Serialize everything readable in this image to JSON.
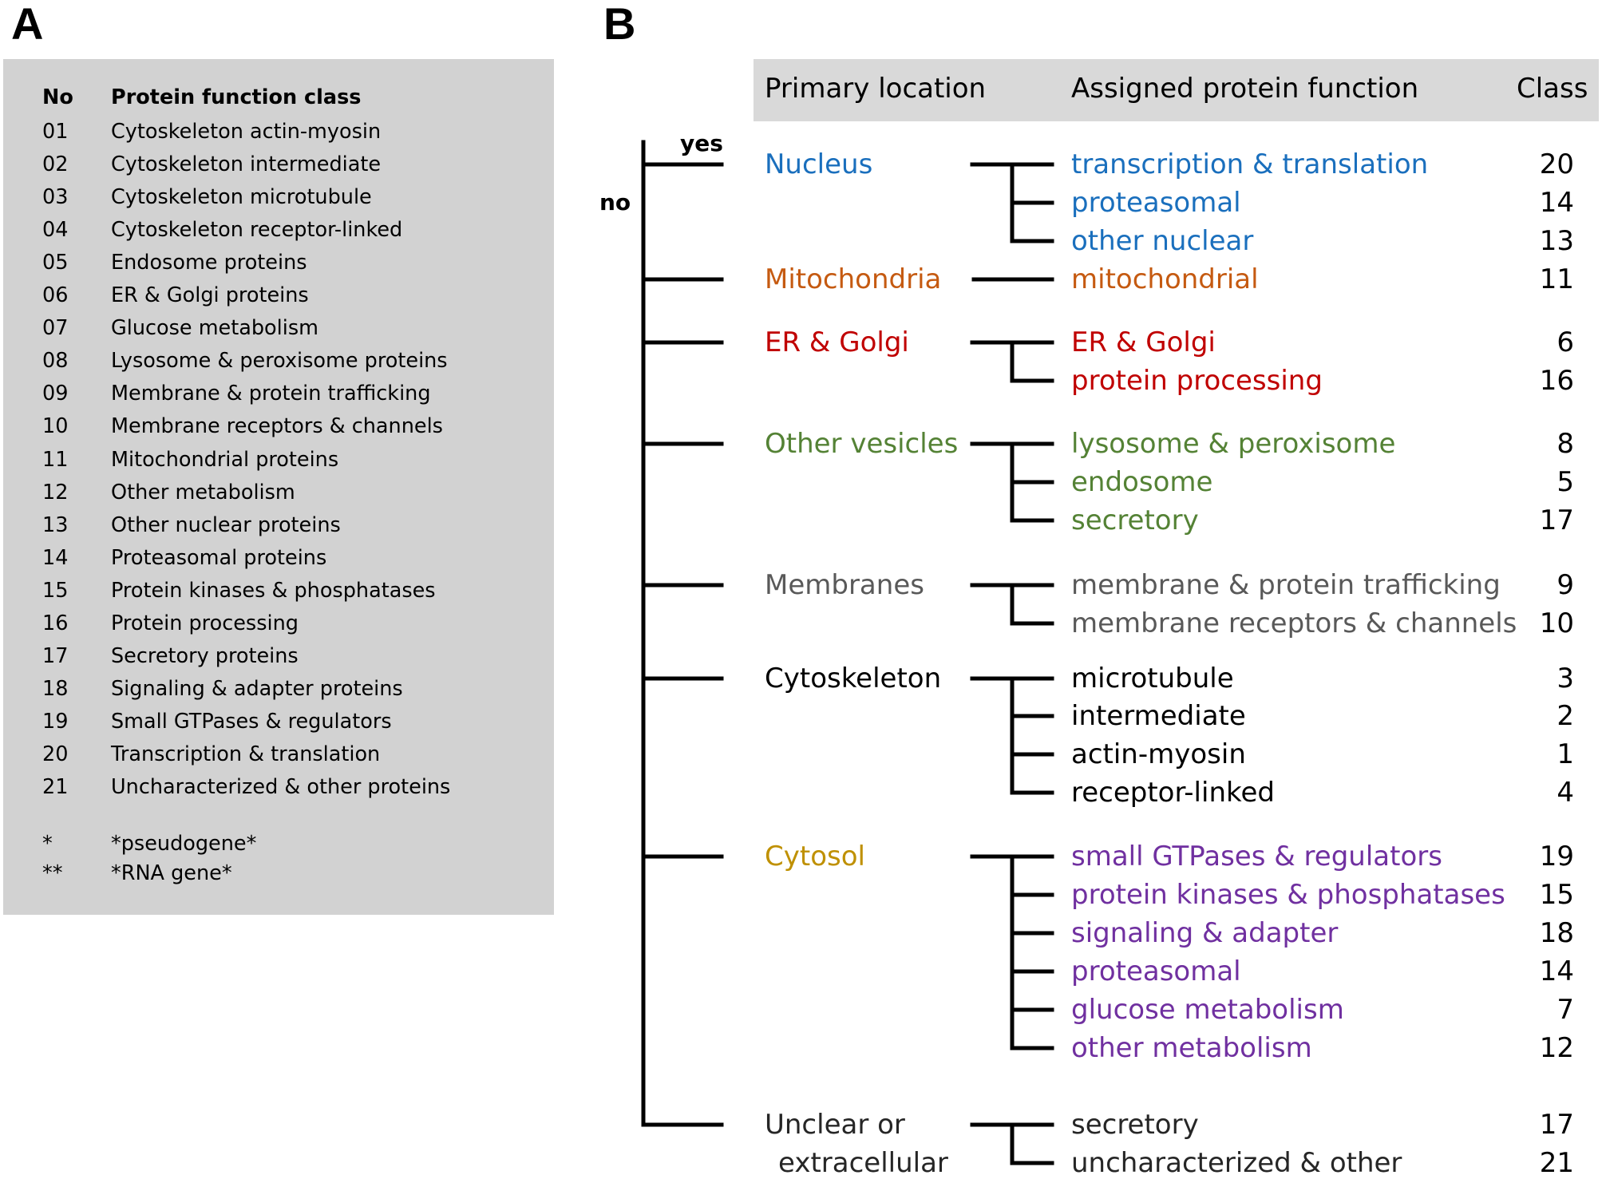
{
  "panelA": {
    "letter": "A",
    "header_no": "No",
    "header_class": "Protein function class",
    "rows": [
      {
        "no": "01",
        "label": "Cytoskeleton actin-myosin"
      },
      {
        "no": "02",
        "label": "Cytoskeleton intermediate"
      },
      {
        "no": "03",
        "label": "Cytoskeleton microtubule"
      },
      {
        "no": "04",
        "label": "Cytoskeleton receptor-linked"
      },
      {
        "no": "05",
        "label": "Endosome proteins"
      },
      {
        "no": "06",
        "label": "ER & Golgi proteins"
      },
      {
        "no": "07",
        "label": "Glucose metabolism"
      },
      {
        "no": "08",
        "label": "Lysosome & peroxisome proteins"
      },
      {
        "no": "09",
        "label": "Membrane & protein trafficking"
      },
      {
        "no": "10",
        "label": "Membrane receptors & channels"
      },
      {
        "no": "11",
        "label": "Mitochondrial proteins"
      },
      {
        "no": "12",
        "label": "Other metabolism"
      },
      {
        "no": "13",
        "label": "Other nuclear proteins"
      },
      {
        "no": "14",
        "label": "Proteasomal proteins"
      },
      {
        "no": "15",
        "label": "Protein kinases & phosphatases"
      },
      {
        "no": "16",
        "label": "Protein processing"
      },
      {
        "no": "17",
        "label": "Secretory proteins"
      },
      {
        "no": "18",
        "label": "Signaling & adapter proteins"
      },
      {
        "no": "19",
        "label": "Small GTPases & regulators"
      },
      {
        "no": "20",
        "label": "Transcription & translation"
      },
      {
        "no": "21",
        "label": "Uncharacterized & other proteins"
      }
    ],
    "notes": [
      {
        "no": "*",
        "label": "*pseudogene*"
      },
      {
        "no": "**",
        "label": "*RNA gene*"
      }
    ]
  },
  "panelB": {
    "letter": "B",
    "header_location": "Primary location",
    "header_function": "Assigned protein function",
    "header_class": "Class",
    "tree_yes": "yes",
    "tree_no": "no",
    "groups": [
      {
        "location": [
          "Nucleus"
        ],
        "color": "#1a6fbd",
        "functions": [
          {
            "name": "transcription & translation",
            "class": "20"
          },
          {
            "name": "proteasomal",
            "class": "14"
          },
          {
            "name": "other nuclear",
            "class": "13"
          }
        ]
      },
      {
        "location": [
          "Mitochondria"
        ],
        "color": "#c55a11",
        "functions": [
          {
            "name": "mitochondrial",
            "class": "11"
          }
        ]
      },
      {
        "location": [
          "ER & Golgi"
        ],
        "color": "#c00000",
        "functions": [
          {
            "name": "ER & Golgi",
            "class": "6"
          },
          {
            "name": "protein processing",
            "class": "16"
          }
        ]
      },
      {
        "location": [
          "Other vesicles"
        ],
        "color": "#548235",
        "functions": [
          {
            "name": "lysosome & peroxisome",
            "class": "8"
          },
          {
            "name": "endosome",
            "class": "5"
          },
          {
            "name": "secretory",
            "class": "17"
          }
        ]
      },
      {
        "location": [
          "Membranes"
        ],
        "color": "#595959",
        "functions": [
          {
            "name": "membrane & protein trafficking",
            "class": "9"
          },
          {
            "name": "membrane receptors & channels",
            "class": "10"
          }
        ]
      },
      {
        "location": [
          "Cytoskeleton"
        ],
        "color": "#000000",
        "functions": [
          {
            "name": "microtubule",
            "class": "3"
          },
          {
            "name": "intermediate",
            "class": "2"
          },
          {
            "name": "actin-myosin",
            "class": "1"
          },
          {
            "name": "receptor-linked",
            "class": "4"
          }
        ]
      },
      {
        "location": [
          "Cytosol"
        ],
        "color": "#bf9000",
        "function_color": "#7030a0",
        "functions": [
          {
            "name": "small GTPases & regulators",
            "class": "19"
          },
          {
            "name": "protein kinases & phosphatases",
            "class": "15"
          },
          {
            "name": "signaling & adapter",
            "class": "18"
          },
          {
            "name": "proteasomal",
            "class": "14"
          },
          {
            "name": "glucose metabolism",
            "class": "7"
          },
          {
            "name": "other metabolism",
            "class": "12"
          }
        ]
      },
      {
        "location": [
          "Unclear or",
          "extracellular"
        ],
        "color": "#262626",
        "functions": [
          {
            "name": "secretory",
            "class": "17"
          },
          {
            "name": "uncharacterized & other",
            "class": "21"
          }
        ]
      }
    ]
  }
}
